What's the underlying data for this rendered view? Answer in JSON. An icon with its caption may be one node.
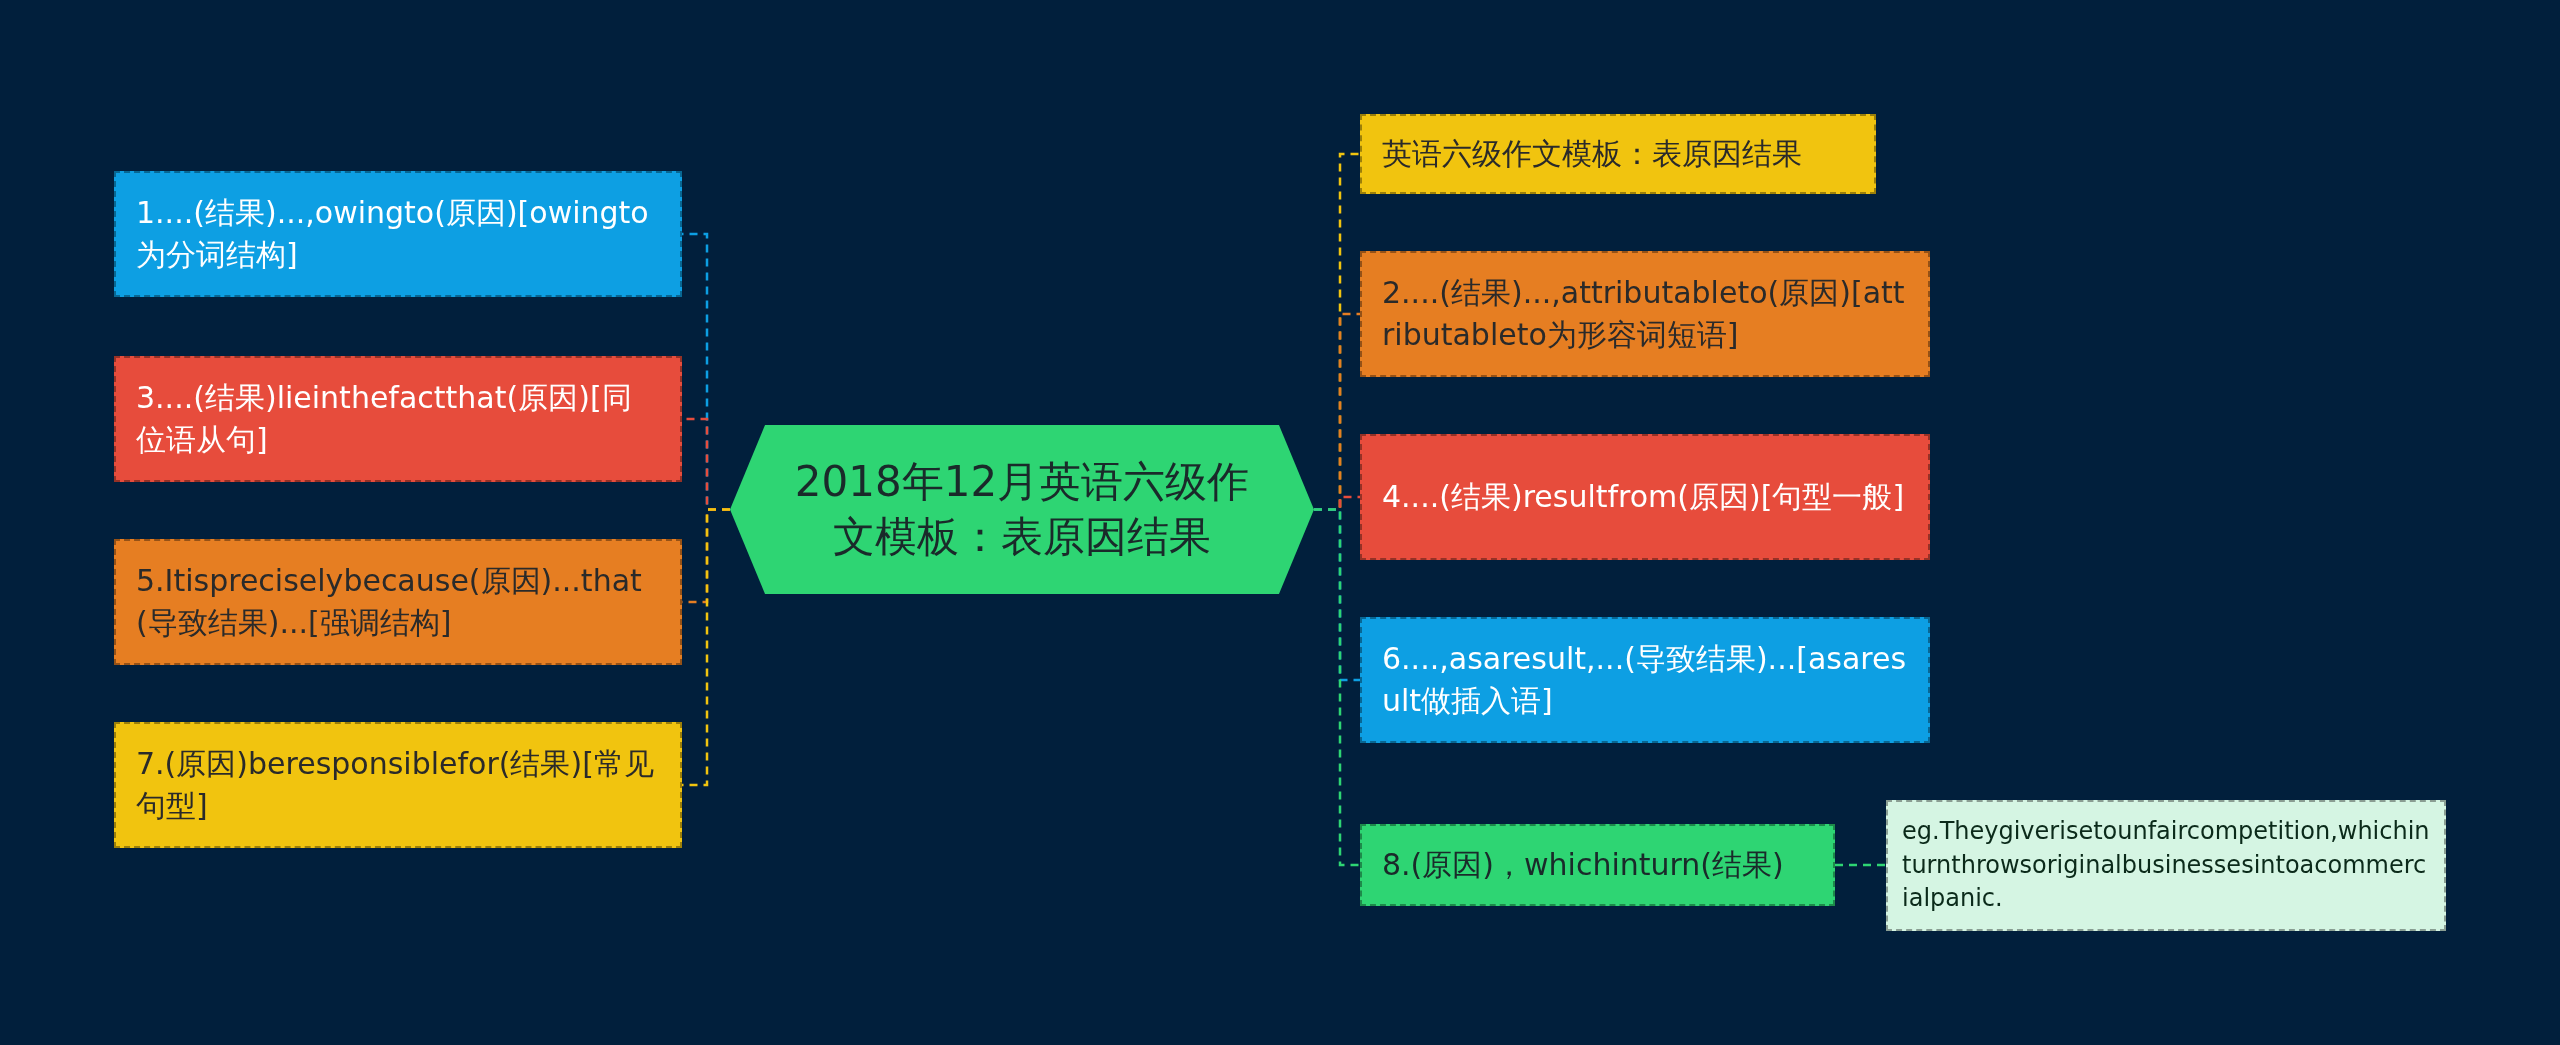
{
  "diagram": {
    "nodes": [
      {
        "text": [
          "2018年12月英语六级作文模板：表原因结果"
        ]
      },
      {
        "text": [
          "1....(结果)...,owingto(原因)[owingto为分词结构]"
        ]
      },
      {
        "text": [
          "3....(结果)lieinthefactthat(原因)[同位语从句]"
        ]
      },
      {
        "text": [
          "5.Itispreciselybecause(原因)...that(导致结果)...[强调结构]"
        ]
      },
      {
        "text": [
          "7.(原因)beresponsiblefor(结果)[常见句型]"
        ]
      },
      {
        "text": [
          "英语六级作文模板：表原因结果"
        ]
      },
      {
        "text": [
          "2....(结果)...,attributableto(原因)[attributableto为形容词短语]"
        ]
      },
      {
        "text": [
          "4....(结果)resultfrom(原因)[句型一般]"
        ]
      },
      {
        "text": [
          "6....,asaresult,...(导致结果)...[asaresult做插入语]"
        ]
      },
      {
        "text": [
          "8.(原因)，whichinturn(结果)"
        ]
      },
      {
        "text": [
          "eg.Theygiverisetounfaircompetition,whichinturnthrowsoriginalbusinessesintoacommercialpanic."
        ]
      }
    ],
    "edges": [
      {
        "from": 0,
        "to": 1,
        "arrow": "none",
        "style": "dashed",
        "color": "#0d9fe3"
      },
      {
        "from": 0,
        "to": 2,
        "arrow": "none",
        "style": "dashed",
        "color": "#e74c3c"
      },
      {
        "from": 0,
        "to": 3,
        "arrow": "none",
        "style": "dashed",
        "color": "#e67e22"
      },
      {
        "from": 0,
        "to": 4,
        "arrow": "none",
        "style": "dashed",
        "color": "#f1c40f"
      },
      {
        "from": 0,
        "to": 5,
        "arrow": "none",
        "style": "dashed",
        "color": "#f1c40f"
      },
      {
        "from": 0,
        "to": 6,
        "arrow": "none",
        "style": "dashed",
        "color": "#e67e22"
      },
      {
        "from": 0,
        "to": 7,
        "arrow": "none",
        "style": "dashed",
        "color": "#e74c3c"
      },
      {
        "from": 0,
        "to": 8,
        "arrow": "none",
        "style": "dashed",
        "color": "#0d9fe3"
      },
      {
        "from": 0,
        "to": 9,
        "arrow": "none",
        "style": "dashed",
        "color": "#2ed573"
      },
      {
        "from": 9,
        "to": 10,
        "arrow": "none",
        "style": "dashed",
        "color": "#2ed573"
      }
    ]
  }
}
